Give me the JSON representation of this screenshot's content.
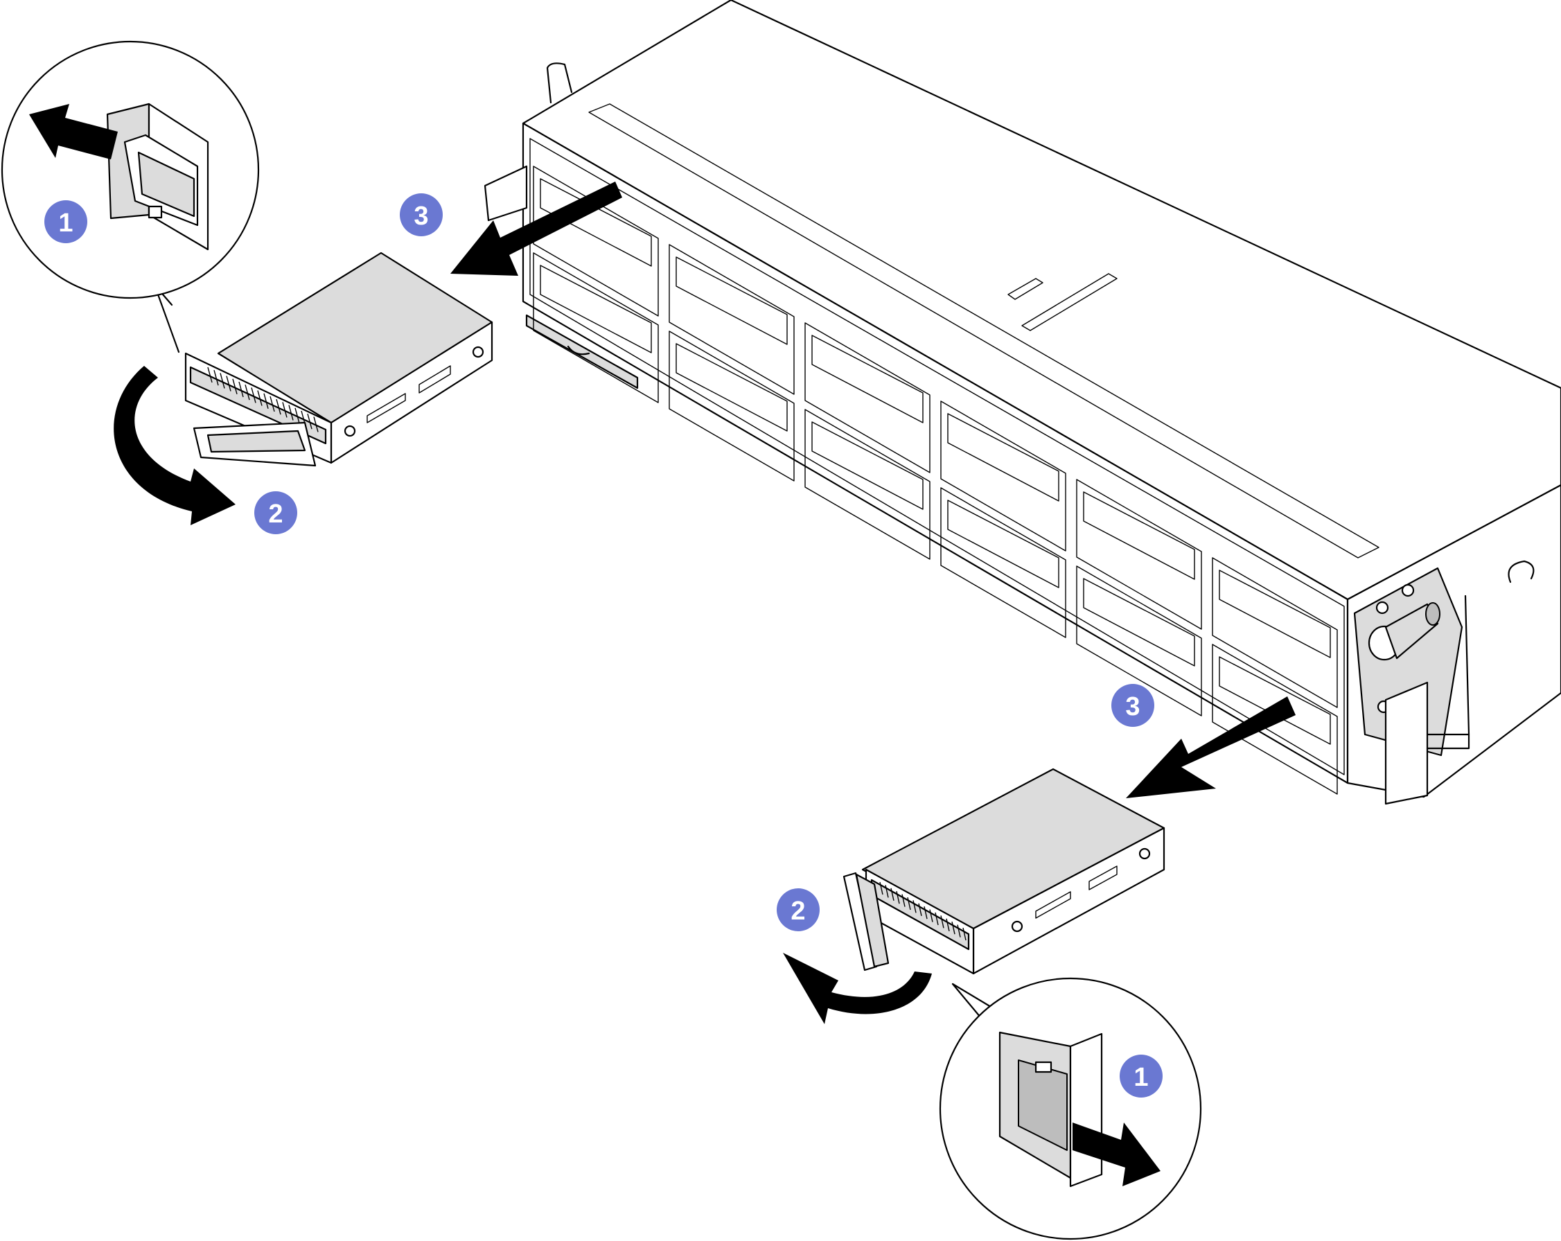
{
  "callouts": {
    "colors": {
      "fill": "#6a78d2",
      "text": "#ffffff"
    },
    "top_left": {
      "step1": "1",
      "step2": "2",
      "step3": "3"
    },
    "bottom_right": {
      "step1": "1",
      "step2": "2",
      "step3": "3"
    }
  }
}
